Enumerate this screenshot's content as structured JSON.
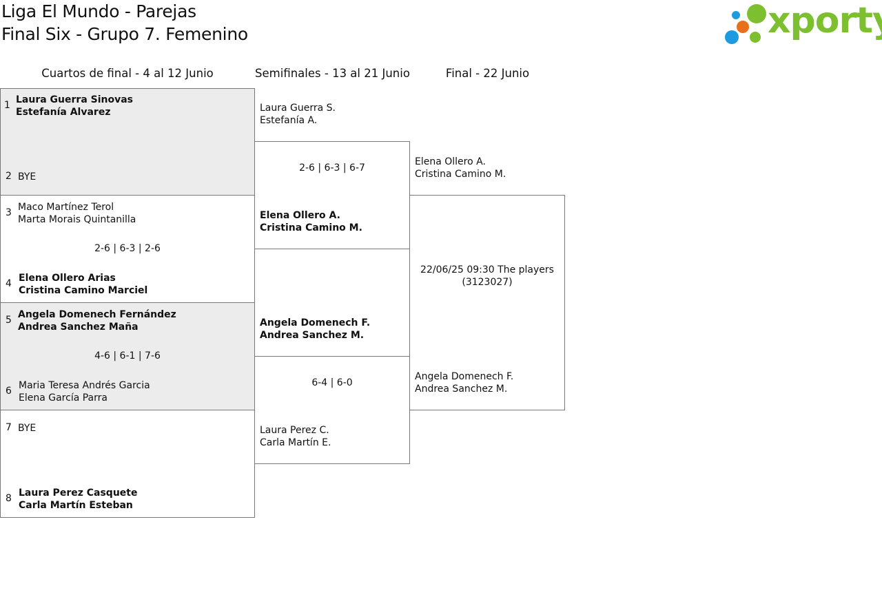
{
  "header": {
    "line1": "Liga El Mundo - Parejas",
    "line2": "Final Six - Grupo 7. Femenino"
  },
  "logo": {
    "text": "xporty",
    "colors": {
      "green": "#7cbf2f",
      "blue": "#1e9be0",
      "orange": "#e8701a"
    }
  },
  "rounds": {
    "quarter": "Cuartos de final - 4 al 12 Junio",
    "semi": "Semifinales - 13 al 21 Junio",
    "final": "Final - 22 Junio"
  },
  "quarters": [
    {
      "top": {
        "seed": "1",
        "p1": "Laura Guerra Sinovas",
        "p2": "Estefanía Alvarez",
        "winner": true
      },
      "bottom": {
        "seed": "2",
        "p1": "BYE",
        "p2": "",
        "winner": false
      },
      "score": "",
      "shaded": true
    },
    {
      "top": {
        "seed": "3",
        "p1": "Maco Martínez Terol",
        "p2": "Marta Morais Quintanilla",
        "winner": false
      },
      "bottom": {
        "seed": "4",
        "p1": "Elena Ollero Arias",
        "p2": "Cristina Camino Marciel",
        "winner": true
      },
      "score": "2-6 | 6-3 | 2-6",
      "shaded": false
    },
    {
      "top": {
        "seed": "5",
        "p1": "Angela Domenech Fernández",
        "p2": "Andrea Sanchez Maña",
        "winner": true
      },
      "bottom": {
        "seed": "6",
        "p1": "Maria Teresa Andrés Garcia",
        "p2": "Elena García Parra",
        "winner": false
      },
      "score": "4-6 | 6-1 | 7-6",
      "shaded": true
    },
    {
      "top": {
        "seed": "7",
        "p1": "BYE",
        "p2": "",
        "winner": false
      },
      "bottom": {
        "seed": "8",
        "p1": "Laura Perez Casquete",
        "p2": "Carla Martín Esteban",
        "winner": true
      },
      "score": "",
      "shaded": false
    }
  ],
  "semis": [
    {
      "top": {
        "p1": "Laura Guerra S.",
        "p2": "Estefanía A.",
        "winner": false
      },
      "bottom": {
        "p1": "Elena Ollero A.",
        "p2": "Cristina Camino M.",
        "winner": true
      },
      "score": "2-6 | 6-3 | 6-7"
    },
    {
      "top": {
        "p1": "Angela Domenech F.",
        "p2": "Andrea Sanchez M.",
        "winner": true
      },
      "bottom": {
        "p1": "Laura Perez C.",
        "p2": "Carla Martín E.",
        "winner": false
      },
      "score": "6-4 | 6-0"
    }
  ],
  "final": {
    "top": {
      "p1": "Elena Ollero A.",
      "p2": "Cristina Camino M."
    },
    "bottom": {
      "p1": "Angela Domenech F.",
      "p2": "Andrea Sanchez M."
    },
    "info_line1": "22/06/25 09:30 The players",
    "info_line2": "(3123027)"
  }
}
